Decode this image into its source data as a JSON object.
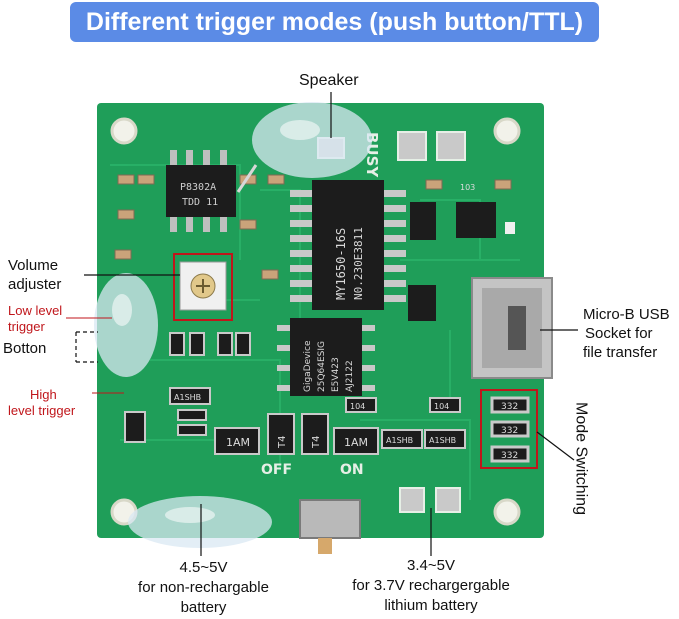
{
  "banner": "Different trigger modes (push button/TTL)",
  "labels": {
    "speaker": "Speaker",
    "volume_1": "Volume",
    "volume_2": "adjuster",
    "low_1": "Low level",
    "low_2": "trigger",
    "botton": "Botton",
    "high_1": "High",
    "high_2": "level trigger",
    "usb_1": "Micro-B USB",
    "usb_2": "Socket for",
    "usb_3": "file transfer",
    "mode": "Mode Switching",
    "batt1_1": "4.5~5V",
    "batt1_2": "for non-rechargable",
    "batt1_3": "battery",
    "batt2_1": "3.4~5V",
    "batt2_2": "for 3.7V rechargergable",
    "batt2_3": "lithium battery"
  },
  "board": {
    "silk": [
      "BUSY",
      "OFF",
      "ON"
    ],
    "chip_main": [
      "MY1650-16S",
      "N0.230E3811"
    ],
    "chip_flash": [
      "GigaDevice",
      "25Q64ESIG",
      "E5V423",
      "AJ2122"
    ],
    "chip_small": [
      "P8302A",
      "TDD 11"
    ],
    "resistors": [
      "1AM",
      "1AM",
      "A1SHB",
      "A1SHB",
      "A1SHB",
      "332",
      "332",
      "332",
      "103",
      "104",
      "104",
      "T4",
      "T4"
    ]
  },
  "colors": {
    "pcb": "#1f9e59",
    "pcb_dark": "#168447",
    "banner": "#5b8be6",
    "annotation": "#c0161b"
  }
}
